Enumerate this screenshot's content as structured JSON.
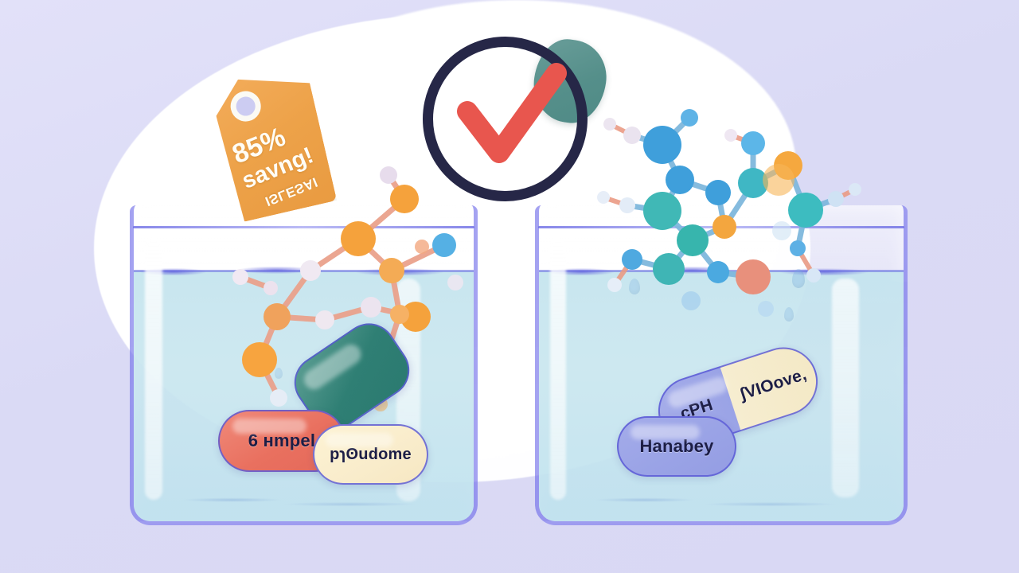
{
  "scene": {
    "title": "Two glass beakers comparison illustration",
    "background_color": "#dddcf6",
    "backdrop_shape": "white-ellipse"
  },
  "price_tag": {
    "name": "discount-price-tag",
    "color": "#eda249",
    "percent": "85%",
    "word": "savng!",
    "sub": "ISLESAI"
  },
  "check_badge": {
    "name": "approval-check-badge",
    "ring_color": "#262747",
    "check_color": "#e8564e",
    "blob_color": "#558f8a"
  },
  "beakers": [
    {
      "id": "left",
      "name": "left-beaker",
      "glass_color": "#6c6ae8",
      "liquid_color": "#c9e6ef",
      "molecule_accent": "#f5a23c",
      "capsules": [
        {
          "name": "capsule-red",
          "label": "6 ʜmpel",
          "color": "#e9705f"
        },
        {
          "name": "capsule-cream",
          "label": "pɿʘudome",
          "color": "#f9eccb"
        },
        {
          "name": "capsule-teal",
          "label": "",
          "color": "#2f7f74"
        }
      ]
    },
    {
      "id": "right",
      "name": "right-beaker",
      "glass_color": "#6c6ae8",
      "liquid_color": "#c9e6ef",
      "molecule_accent": "#45a8dd",
      "capsules": [
        {
          "name": "capsule-blue",
          "label": "Hanabey",
          "color": "#9aa3e6"
        },
        {
          "name": "capsule-bicolor-left",
          "label": "ᴄPH",
          "color": "#9aa3e6"
        },
        {
          "name": "capsule-bicolor-right",
          "label": "ʃVIOove,",
          "color": "#f4e9c6"
        }
      ]
    }
  ],
  "molecules": {
    "left_palette": [
      "#f5a23c",
      "#f0b268",
      "#ffffff",
      "#e9e2ef",
      "#4aa8e0"
    ],
    "right_palette": [
      "#45a8dd",
      "#3fb5b2",
      "#2fa8c6",
      "#f5a23c",
      "#e88f7c"
    ],
    "bond_color_left": "#eaa28c",
    "bond_color_right": "#7fb8dd"
  }
}
